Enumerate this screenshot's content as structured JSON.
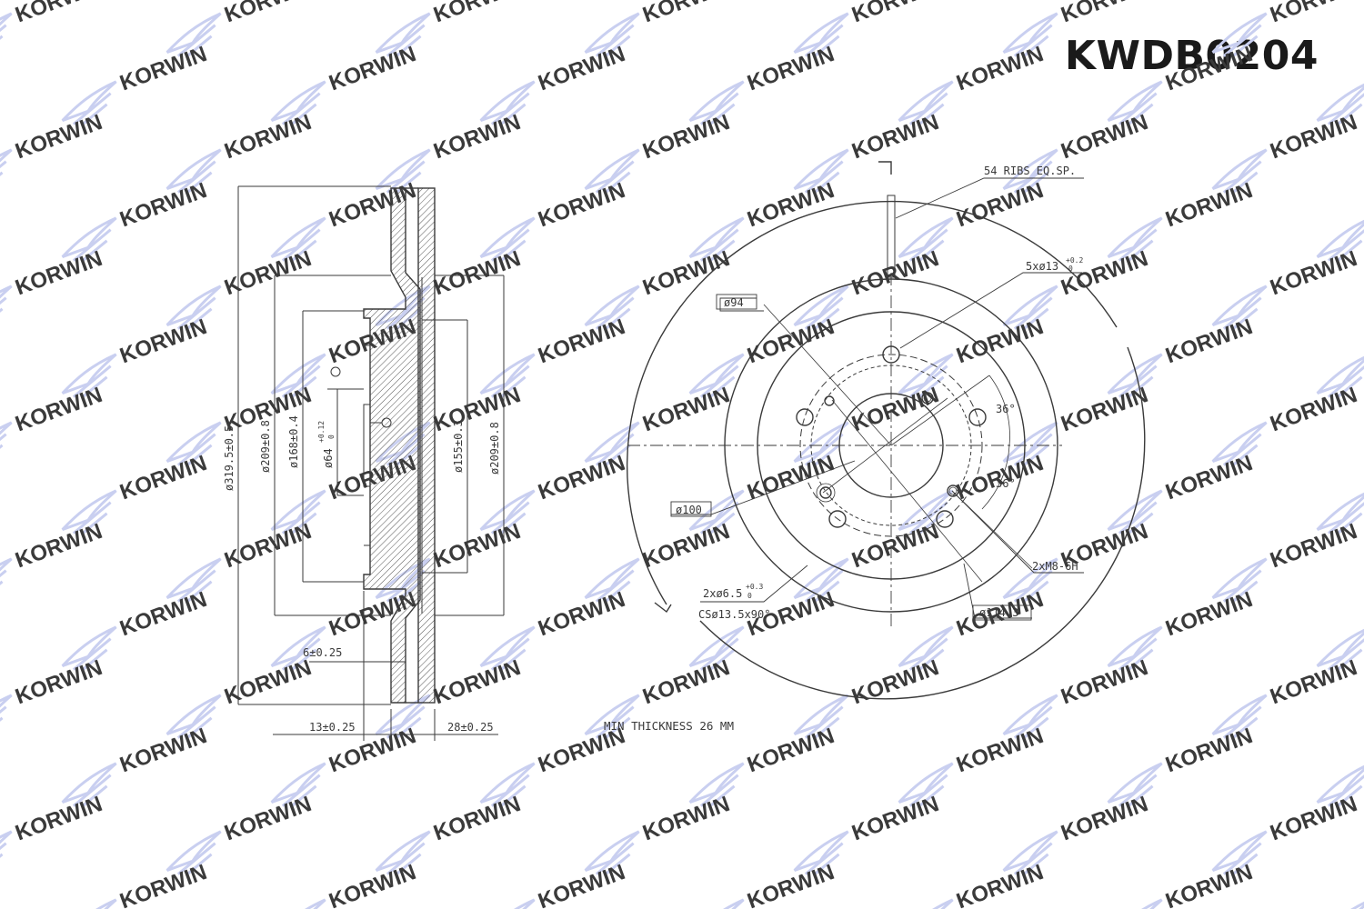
{
  "part_number": "KWDB0204",
  "watermark": {
    "text": "KORWIN",
    "colors": {
      "swoosh": "#c9cff0",
      "text": "#f6d3bd"
    }
  },
  "drawing": {
    "line_color": "#3a3a3a",
    "side_view": {
      "dim_outer_diameter": "ø319.5±0.5",
      "dim_209": "ø209±0.8",
      "dim_168": "ø168±0.4",
      "dim_64": "ø64",
      "dim_64_tol": "+0.12",
      "dim_64_tol_low": "0",
      "dim_155": "ø155±0.3",
      "dim_209_right": "ø209±0.8",
      "dim_flange": "6±0.25",
      "dim_hat_depth": "13±0.25",
      "dim_thickness": "28±0.25"
    },
    "front_view": {
      "note_ribs": "54 RIBS EQ.SP.",
      "note_holes": "5xø13",
      "note_holes_tol": "+0.2",
      "note_holes_tol_low": "0",
      "dim_94": "ø94",
      "angle_upper": "36°",
      "angle_lower": "36°",
      "dim_100": "ø100",
      "note_threads": "2xM8-6H",
      "note_pins": "2xø6.5",
      "note_pins_tol": "+0.3",
      "note_pins_tol_low": "0",
      "note_countersink": "CSø13.5x90°",
      "dim_pcd": "ø114.3"
    },
    "min_thickness_note": "MIN THICKNESS 26 MM"
  }
}
